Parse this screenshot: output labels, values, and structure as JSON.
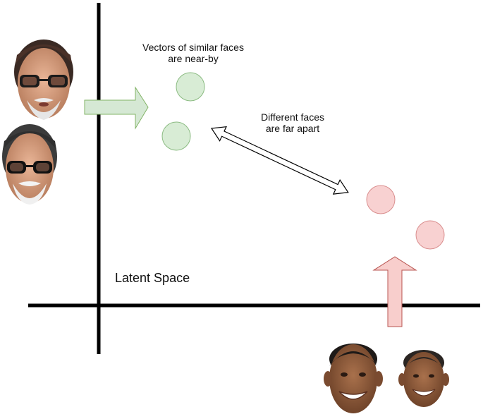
{
  "labels": {
    "similar_line1": "Vectors of similar faces",
    "similar_line2": "are near-by",
    "different_line1": "Different faces",
    "different_line2": "are far apart",
    "space_title": "Latent Space"
  },
  "colors": {
    "axis": "#000000",
    "similar_point_fill": "#d8ecd5",
    "similar_point_stroke": "#8bbb82",
    "different_point_fill": "#f8d1d1",
    "different_point_stroke": "#d98e8e",
    "input_arrow_green_fill": "#d5e8d4",
    "input_arrow_green_stroke": "#82b366",
    "input_arrow_red_fill": "#f8cecc",
    "input_arrow_red_stroke": "#b85450",
    "double_arrow_fill": "#ffffff",
    "double_arrow_stroke": "#000000"
  },
  "groups": [
    {
      "name": "similar",
      "faces": [
        "face-photo-icon",
        "face-photo-icon"
      ]
    },
    {
      "name": "different",
      "faces": [
        "face-photo-icon",
        "face-photo-icon"
      ]
    }
  ]
}
